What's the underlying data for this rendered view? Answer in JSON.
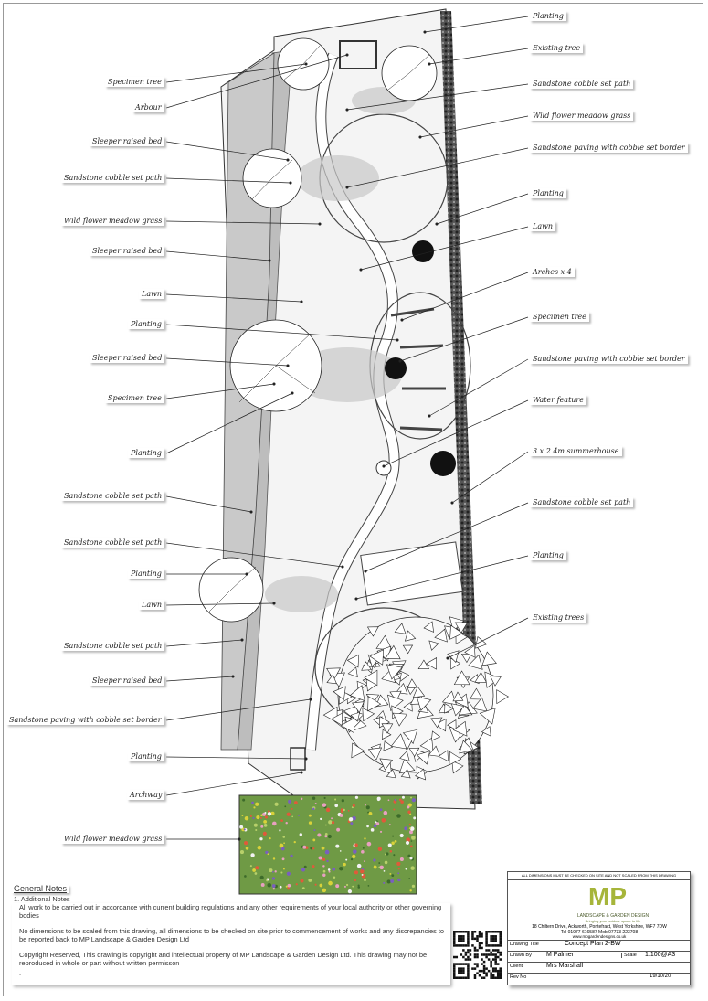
{
  "labels_left": [
    {
      "id": "specimen-tree-1",
      "text": "Specimen tree"
    },
    {
      "id": "arbour",
      "text": "Arbour"
    },
    {
      "id": "sleeper-raised-bed-1",
      "text": "Sleeper raised bed"
    },
    {
      "id": "cobble-path-1",
      "text": "Sandstone cobble set path"
    },
    {
      "id": "meadow-grass-1",
      "text": "Wild flower meadow grass"
    },
    {
      "id": "sleeper-raised-bed-2",
      "text": "Sleeper raised bed"
    },
    {
      "id": "lawn-1",
      "text": "Lawn"
    },
    {
      "id": "planting-1",
      "text": "Planting"
    },
    {
      "id": "sleeper-raised-bed-3",
      "text": "Sleeper raised bed"
    },
    {
      "id": "specimen-tree-2",
      "text": "Specimen tree"
    },
    {
      "id": "planting-2",
      "text": "Planting"
    },
    {
      "id": "cobble-path-2",
      "text": "Sandstone cobble set path"
    },
    {
      "id": "cobble-path-3",
      "text": "Sandstone cobble set path"
    },
    {
      "id": "planting-3",
      "text": "Planting"
    },
    {
      "id": "lawn-2",
      "text": "Lawn"
    },
    {
      "id": "cobble-path-4",
      "text": "Sandstone cobble set path"
    },
    {
      "id": "sleeper-raised-bed-4",
      "text": "Sleeper raised bed"
    },
    {
      "id": "paving-border-1",
      "text": "Sandstone paving with cobble set border"
    },
    {
      "id": "planting-4",
      "text": "Planting"
    },
    {
      "id": "archway",
      "text": "Archway"
    },
    {
      "id": "meadow-grass-2",
      "text": "Wild flower meadow grass"
    }
  ],
  "labels_right": [
    {
      "id": "planting-r1",
      "text": "Planting"
    },
    {
      "id": "existing-tree",
      "text": "Existing tree"
    },
    {
      "id": "cobble-path-r1",
      "text": "Sandstone cobble set path"
    },
    {
      "id": "meadow-grass-r1",
      "text": "Wild flower meadow grass"
    },
    {
      "id": "paving-border-r1",
      "text": "Sandstone paving with cobble set border"
    },
    {
      "id": "planting-r2",
      "text": "Planting"
    },
    {
      "id": "lawn-r1",
      "text": "Lawn"
    },
    {
      "id": "arches",
      "text": "Arches x 4"
    },
    {
      "id": "specimen-tree-r1",
      "text": "Specimen tree"
    },
    {
      "id": "paving-border-r2",
      "text": "Sandstone paving with cobble set border"
    },
    {
      "id": "water-feature",
      "text": "Water feature"
    },
    {
      "id": "summerhouse",
      "text": "3 x 2.4m summerhouse"
    },
    {
      "id": "cobble-path-r2",
      "text": "Sandstone cobble set path"
    },
    {
      "id": "planting-r3",
      "text": "Planting"
    },
    {
      "id": "existing-trees",
      "text": "Existing trees"
    }
  ],
  "notes": {
    "heading": "General Notes",
    "sub": "1. Additional Notes",
    "p1": "All work to be carried out in accordance with current building regulations and any other requirements of your local authority or other governing bodies",
    "p2": "No dimensions to be scaled from this drawing, all dimensions to be checked on site prior to commencement of works and any discrepancies to be reported back to MP Landscape & Garden Design Ltd",
    "p3": "Copyright Reserved, This drawing is copyright and intellectual property of MP Landscape & Garden Design Ltd. This drawing may not be reproduced in whole or part without written permisson",
    "p4": "."
  },
  "title_block": {
    "warning": "ALL DIMENSIONS MUST BE CHECKED ON SITE AND NOT SCALED FROM THIS DRAWING",
    "logo_text": "MP",
    "company": "LANDSCAPE & GARDEN DESIGN",
    "tagline": "Bringing your outdoor space to life",
    "address": "18 Chiltern Drive, Ackworth, Pontefract, West Yorkshire, WF7 7DW",
    "phone": "Tel 01977 616587  Mob 07733 223708",
    "website": "www.mpgardendesigns.co.uk",
    "drawing_title_key": "Drawing Title",
    "drawing_title": "Concept Plan 2-BW",
    "drawn_by_key": "Drawn By",
    "drawn_by": "M Palmer",
    "scale_key": "Scale",
    "scale": "1:100@A3",
    "client_key": "Client",
    "client": "Mrs Marshall",
    "rev_key": "Rev No",
    "date": "19/10/20"
  },
  "colors": {
    "boundary": "#2a2a2a",
    "path": "#ffffff",
    "shade": "#bdbdbd",
    "meadow": "#6f9a45",
    "logo": "#a6b53a"
  }
}
